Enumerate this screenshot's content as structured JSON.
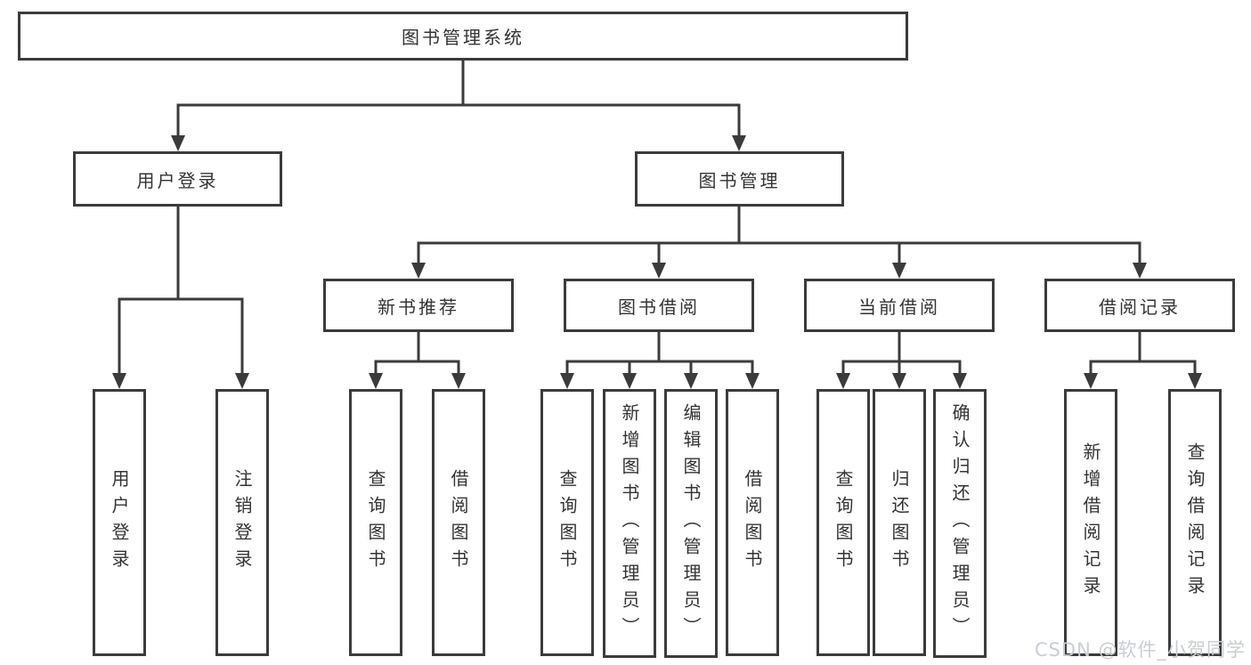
{
  "colors": {
    "border": "#3b3b3b",
    "line": "#3b3b3b",
    "text": "#333333",
    "background": "#ffffff",
    "watermark": "#c9cdd6"
  },
  "watermark": {
    "text": "CSDN @软件_小贺同学"
  },
  "tree": {
    "label": "图书管理系统",
    "children": [
      {
        "label": "用户登录",
        "children": [
          {
            "label": "用户登录"
          },
          {
            "label": "注销登录"
          }
        ]
      },
      {
        "label": "图书管理",
        "children": [
          {
            "label": "新书推荐",
            "children": [
              {
                "label": "查询图书"
              },
              {
                "label": "借阅图书"
              }
            ]
          },
          {
            "label": "图书借阅",
            "children": [
              {
                "label": "查询图书"
              },
              {
                "label": "新增图书（管理员）"
              },
              {
                "label": "编辑图书（管理员）"
              },
              {
                "label": "借阅图书"
              }
            ]
          },
          {
            "label": "当前借阅",
            "children": [
              {
                "label": "查询图书"
              },
              {
                "label": "归还图书"
              },
              {
                "label": "确认归还（管理员）"
              }
            ]
          },
          {
            "label": "借阅记录",
            "children": [
              {
                "label": "新增借阅记录"
              },
              {
                "label": "查询借阅记录"
              }
            ]
          }
        ]
      }
    ]
  }
}
